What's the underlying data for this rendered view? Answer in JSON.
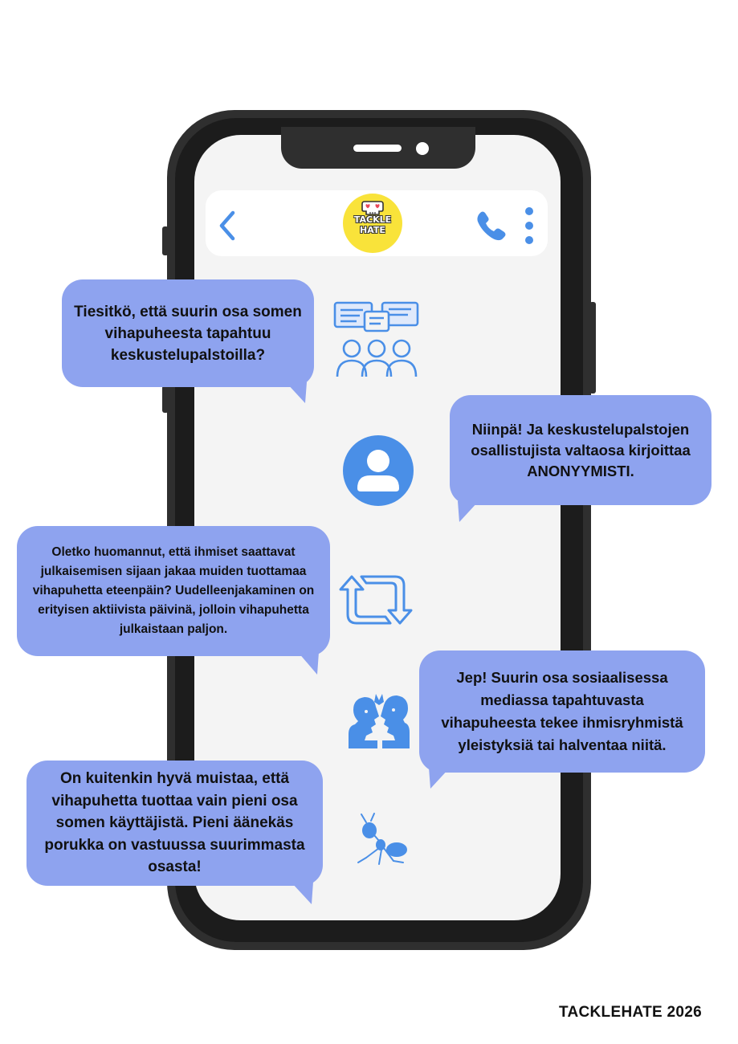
{
  "header": {
    "logo_text_line1": "TACKLE",
    "logo_text_line2": "HATE",
    "back_icon": "chevron-left-icon",
    "call_icon": "phone-icon",
    "more_icon": "more-vertical-icon",
    "accent_color": "#4a8fe7",
    "logo_color": "#f9e33a"
  },
  "messages": [
    {
      "side": "left",
      "text": "Tiesitkö, että suurin osa somen vihapuheesta tapahtuu keskustelupalstoilla?",
      "icon": "discussion-group-icon"
    },
    {
      "side": "right",
      "text": "Niinpä! Ja keskustelupalstojen osallistujista valtaosa kirjoittaa ANONYYMISTI.",
      "icon": "user-profile-icon"
    },
    {
      "side": "left",
      "text": "Oletko huomannut, että ihmiset saattavat julkaisemisen sijaan jakaa muiden tuottamaa vihapuhetta eteenpäin? Uudelleenjakaminen on erityisen aktiivista päivinä, jolloin vihapuhetta julkaistaan paljon.",
      "icon": "repost-icon"
    },
    {
      "side": "right",
      "text": "Jep! Suurin osa sosiaalisessa mediassa tapahtuvasta vihapuheesta tekee ihmisryhmistä yleistyksiä tai halventaa niitä.",
      "icon": "conflict-faces-icon"
    },
    {
      "side": "left",
      "text": "On kuitenkin hyvä muistaa, että vihapuhetta tuottaa vain pieni osa somen käyttäjistä. Pieni äänekäs porukka on vastuussa suurimmasta osasta!",
      "icon": "ant-icon"
    }
  ],
  "bubble_color": "#8ea3ef",
  "footer": {
    "text": "TACKLEHATE 2026"
  }
}
